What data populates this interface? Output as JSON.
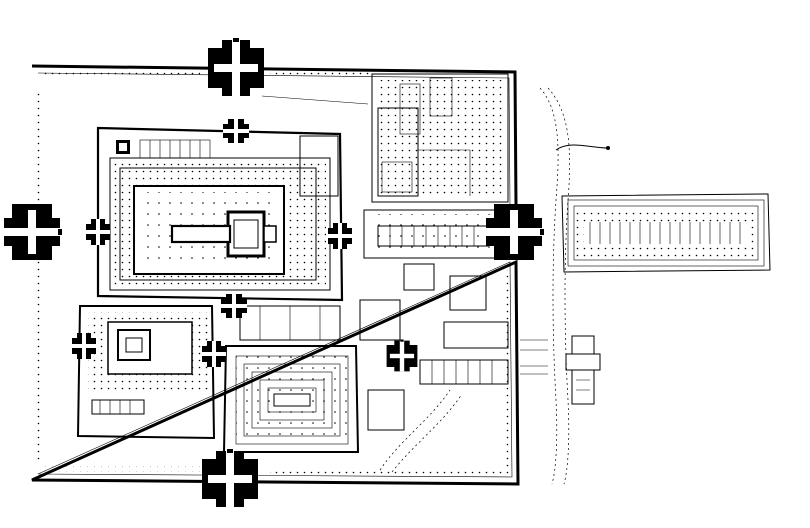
{
  "plan": {
    "gates": [
      {
        "name": "gate-north"
      },
      {
        "name": "gate-south"
      },
      {
        "name": "gate-west"
      },
      {
        "name": "gate-east"
      },
      {
        "name": "gate-inner-north"
      },
      {
        "name": "gate-inner-west"
      },
      {
        "name": "gate-inner-east"
      },
      {
        "name": "gate-inner-south"
      },
      {
        "name": "gate-lower-west"
      },
      {
        "name": "gate-lower-east"
      },
      {
        "name": "gate-central-east"
      }
    ],
    "colors": {
      "ink": "#000000",
      "paper": "#ffffff"
    }
  }
}
